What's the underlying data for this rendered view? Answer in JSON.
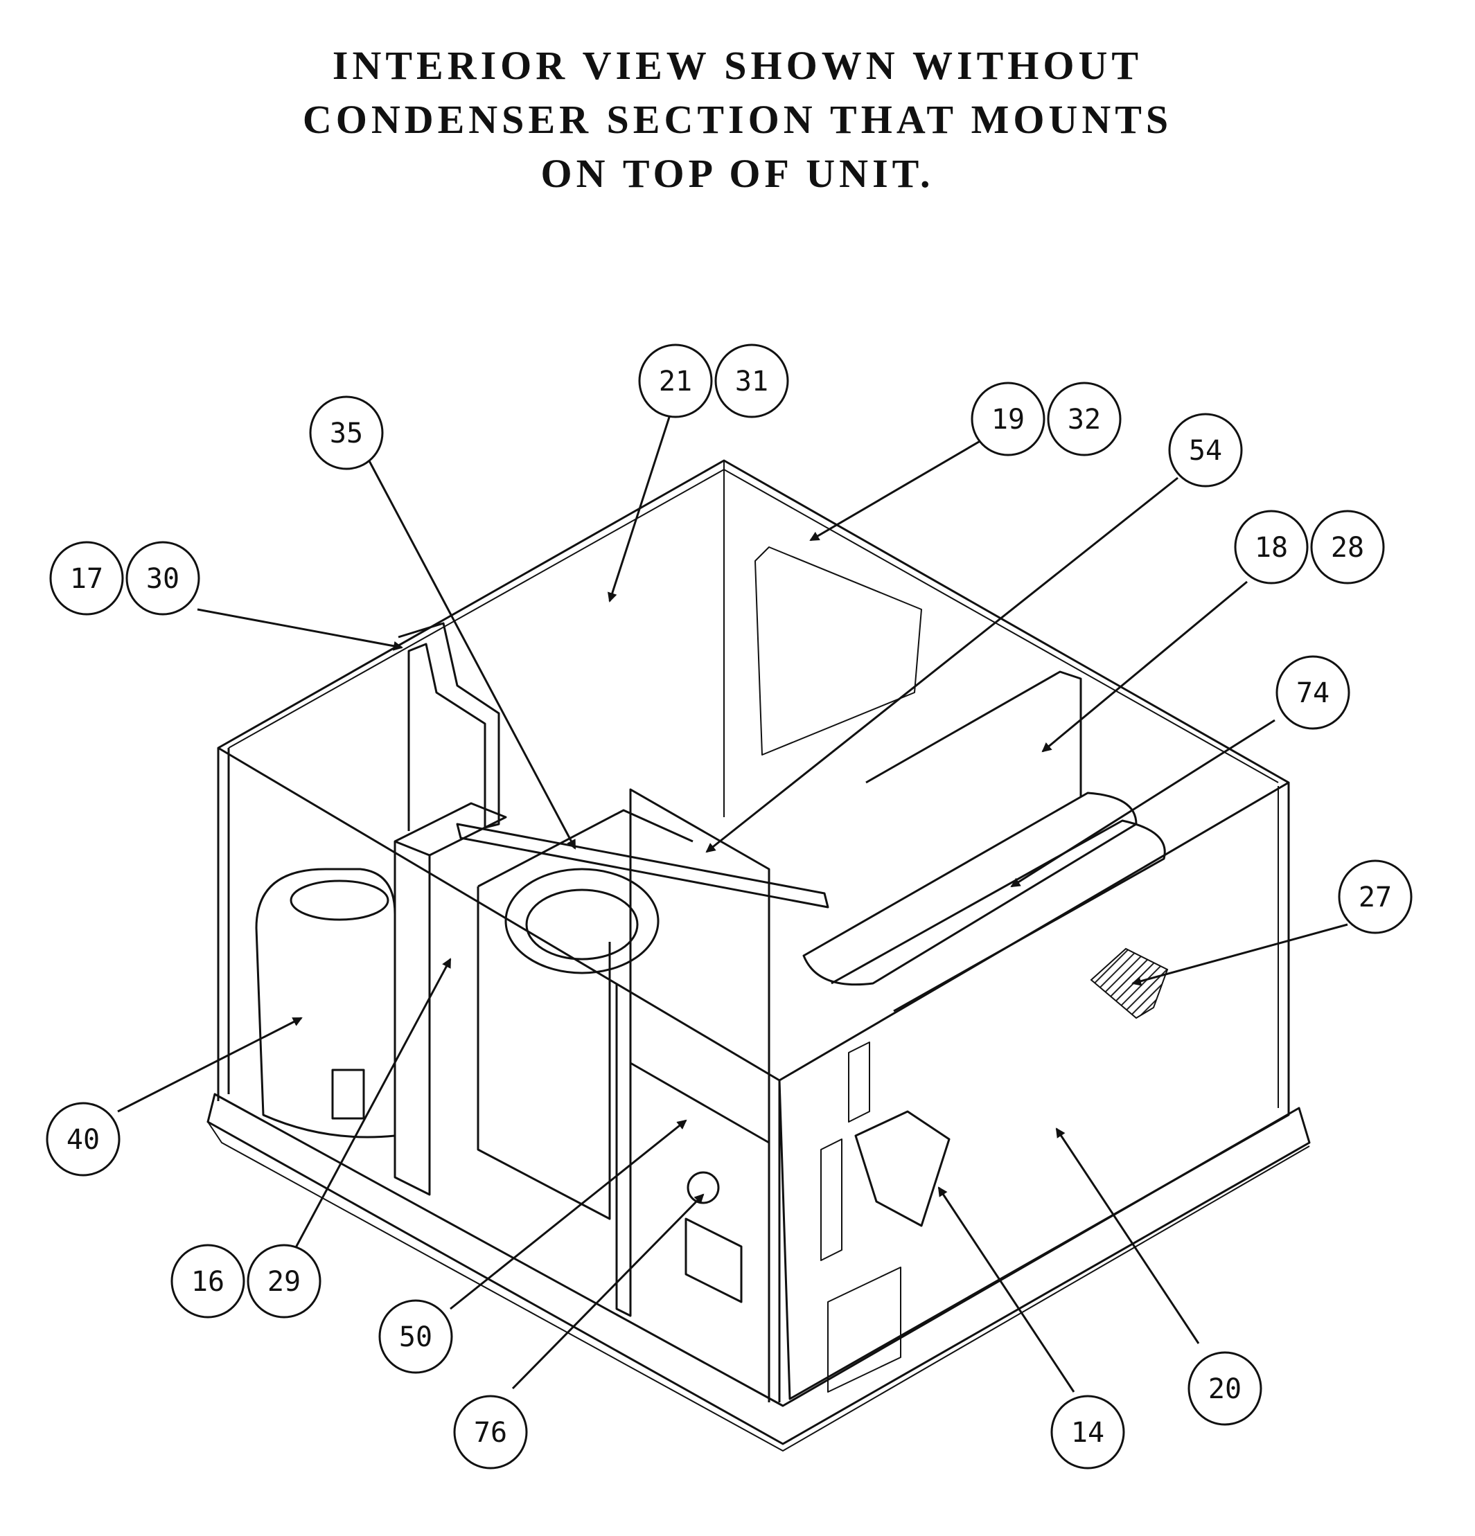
{
  "title": {
    "line1": "INTERIOR VIEW SHOWN WITHOUT",
    "line2": "CONDENSER SECTION THAT MOUNTS",
    "line3": "ON TOP OF UNIT."
  },
  "callouts": [
    "21",
    "31",
    "35",
    "19",
    "32",
    "54",
    "17",
    "30",
    "18",
    "28",
    "74",
    "27",
    "40",
    "16",
    "29",
    "50",
    "76",
    "14",
    "20"
  ],
  "colors": {
    "line": "#111111",
    "background": "#ffffff",
    "hatch": "#222222"
  }
}
